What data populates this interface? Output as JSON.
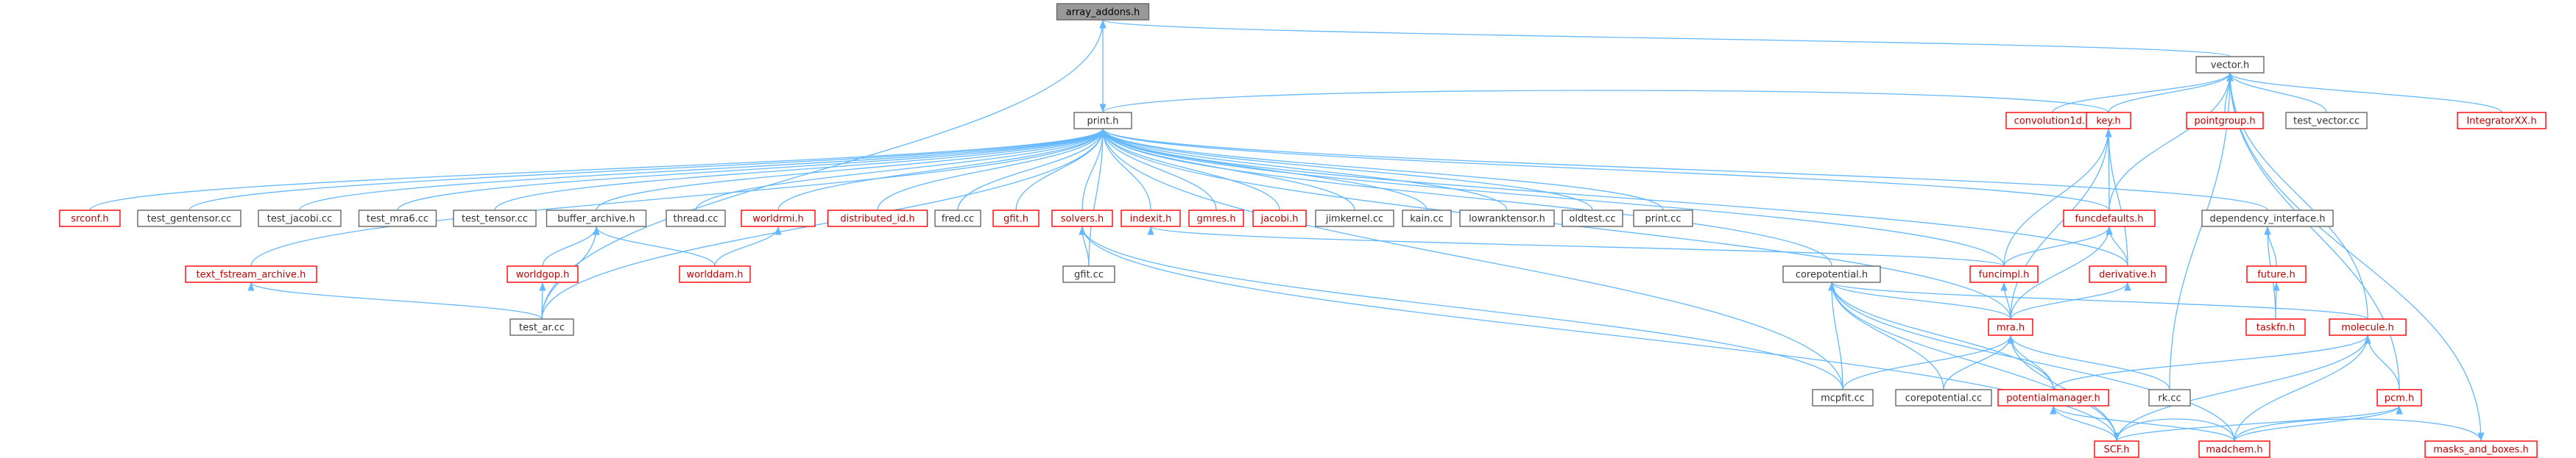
{
  "colors": {
    "edge": "#63b8ff",
    "node_border_normal": "#666666",
    "node_border_red": "#ff0000",
    "node_text_normal": "#333333",
    "node_text_red": "#c00000",
    "root_fill": "#999999",
    "root_text": "#000000"
  },
  "nodes": [
    {
      "id": "array_addons",
      "label": "array_addons.h",
      "style": "root"
    },
    {
      "id": "vector",
      "label": "vector.h",
      "style": "normal"
    },
    {
      "id": "print",
      "label": "print.h",
      "style": "normal"
    },
    {
      "id": "convolution1d",
      "label": "convolution1d.h",
      "style": "red"
    },
    {
      "id": "key",
      "label": "key.h",
      "style": "red"
    },
    {
      "id": "pointgroup",
      "label": "pointgroup.h",
      "style": "red"
    },
    {
      "id": "test_vector",
      "label": "test_vector.cc",
      "style": "normal"
    },
    {
      "id": "integratorxx",
      "label": "IntegratorXX.h",
      "style": "red"
    },
    {
      "id": "srconf",
      "label": "srconf.h",
      "style": "red"
    },
    {
      "id": "test_gentensor",
      "label": "test_gentensor.cc",
      "style": "normal"
    },
    {
      "id": "test_jacobi",
      "label": "test_jacobi.cc",
      "style": "normal"
    },
    {
      "id": "test_mra6",
      "label": "test_mra6.cc",
      "style": "normal"
    },
    {
      "id": "test_tensor",
      "label": "test_tensor.cc",
      "style": "normal"
    },
    {
      "id": "buffer_archive",
      "label": "buffer_archive.h",
      "style": "normal"
    },
    {
      "id": "thread",
      "label": "thread.cc",
      "style": "normal"
    },
    {
      "id": "worldrmi",
      "label": "worldrmi.h",
      "style": "red"
    },
    {
      "id": "distributed_id",
      "label": "distributed_id.h",
      "style": "red"
    },
    {
      "id": "fred",
      "label": "fred.cc",
      "style": "normal"
    },
    {
      "id": "gfit_h",
      "label": "gfit.h",
      "style": "red"
    },
    {
      "id": "solvers",
      "label": "solvers.h",
      "style": "red"
    },
    {
      "id": "indexit",
      "label": "indexit.h",
      "style": "red"
    },
    {
      "id": "gmres",
      "label": "gmres.h",
      "style": "red"
    },
    {
      "id": "jacobi",
      "label": "jacobi.h",
      "style": "red"
    },
    {
      "id": "jimkernel",
      "label": "jimkernel.cc",
      "style": "normal"
    },
    {
      "id": "kain",
      "label": "kain.cc",
      "style": "normal"
    },
    {
      "id": "lowranktensor",
      "label": "lowranktensor.h",
      "style": "normal"
    },
    {
      "id": "oldtest",
      "label": "oldtest.cc",
      "style": "normal"
    },
    {
      "id": "print_cc",
      "label": "print.cc",
      "style": "normal"
    },
    {
      "id": "funcdefaults",
      "label": "funcdefaults.h",
      "style": "red"
    },
    {
      "id": "dependency_interface",
      "label": "dependency_interface.h",
      "style": "normal"
    },
    {
      "id": "text_fstream_archive",
      "label": "text_fstream_archive.h",
      "style": "red"
    },
    {
      "id": "worldgop",
      "label": "worldgop.h",
      "style": "red"
    },
    {
      "id": "worlddam",
      "label": "worlddam.h",
      "style": "red"
    },
    {
      "id": "gfit_cc",
      "label": "gfit.cc",
      "style": "normal"
    },
    {
      "id": "corepotential_h",
      "label": "corepotential.h",
      "style": "normal"
    },
    {
      "id": "funcimpl",
      "label": "funcimpl.h",
      "style": "red"
    },
    {
      "id": "derivative",
      "label": "derivative.h",
      "style": "red"
    },
    {
      "id": "future",
      "label": "future.h",
      "style": "red"
    },
    {
      "id": "molecule",
      "label": "molecule.h",
      "style": "red"
    },
    {
      "id": "test_ar",
      "label": "test_ar.cc",
      "style": "normal"
    },
    {
      "id": "mra",
      "label": "mra.h",
      "style": "red"
    },
    {
      "id": "taskfn",
      "label": "taskfn.h",
      "style": "red"
    },
    {
      "id": "mcpfit",
      "label": "mcpfit.cc",
      "style": "normal"
    },
    {
      "id": "corepotential_cc",
      "label": "corepotential.cc",
      "style": "normal"
    },
    {
      "id": "potentialmanager",
      "label": "potentialmanager.h",
      "style": "red"
    },
    {
      "id": "rk",
      "label": "rk.cc",
      "style": "normal"
    },
    {
      "id": "pcm",
      "label": "pcm.h",
      "style": "red"
    },
    {
      "id": "scf",
      "label": "SCF.h",
      "style": "red"
    },
    {
      "id": "masks_and_boxes",
      "label": "masks_and_boxes.h",
      "style": "red"
    },
    {
      "id": "madchem",
      "label": "madchem.h",
      "style": "red"
    }
  ],
  "edges": [
    [
      "vector",
      "array_addons"
    ],
    [
      "print",
      "array_addons"
    ],
    [
      "test_ar",
      "array_addons"
    ],
    [
      "convolution1d",
      "vector"
    ],
    [
      "key",
      "vector"
    ],
    [
      "pointgroup",
      "vector"
    ],
    [
      "test_vector",
      "vector"
    ],
    [
      "integratorxx",
      "vector"
    ],
    [
      "funcdefaults",
      "vector"
    ],
    [
      "molecule",
      "vector"
    ],
    [
      "masks_and_boxes",
      "vector"
    ],
    [
      "rk",
      "vector"
    ],
    [
      "pcm",
      "vector"
    ],
    [
      "srconf",
      "print"
    ],
    [
      "test_gentensor",
      "print"
    ],
    [
      "test_jacobi",
      "print"
    ],
    [
      "test_mra6",
      "print"
    ],
    [
      "test_tensor",
      "print"
    ],
    [
      "buffer_archive",
      "print"
    ],
    [
      "thread",
      "print"
    ],
    [
      "worldrmi",
      "print"
    ],
    [
      "distributed_id",
      "print"
    ],
    [
      "fred",
      "print"
    ],
    [
      "gfit_h",
      "print"
    ],
    [
      "solvers",
      "print"
    ],
    [
      "indexit",
      "print"
    ],
    [
      "gmres",
      "print"
    ],
    [
      "jacobi",
      "print"
    ],
    [
      "jimkernel",
      "print"
    ],
    [
      "kain",
      "print"
    ],
    [
      "lowranktensor",
      "print"
    ],
    [
      "oldtest",
      "print"
    ],
    [
      "print_cc",
      "print"
    ],
    [
      "key",
      "print"
    ],
    [
      "funcdefaults",
      "print"
    ],
    [
      "dependency_interface",
      "print"
    ],
    [
      "text_fstream_archive",
      "print"
    ],
    [
      "gfit_cc",
      "print"
    ],
    [
      "corepotential_h",
      "print"
    ],
    [
      "funcimpl",
      "print"
    ],
    [
      "derivative",
      "print"
    ],
    [
      "test_ar",
      "print"
    ],
    [
      "mcpfit",
      "print"
    ],
    [
      "mra",
      "print"
    ],
    [
      "funcdefaults",
      "key"
    ],
    [
      "funcimpl",
      "key"
    ],
    [
      "derivative",
      "key"
    ],
    [
      "mra",
      "key"
    ],
    [
      "funcimpl",
      "funcdefaults"
    ],
    [
      "derivative",
      "funcdefaults"
    ],
    [
      "mra",
      "funcdefaults"
    ],
    [
      "future",
      "dependency_interface"
    ],
    [
      "taskfn",
      "dependency_interface"
    ],
    [
      "worldgop",
      "buffer_archive"
    ],
    [
      "worlddam",
      "buffer_archive"
    ],
    [
      "test_ar",
      "buffer_archive"
    ],
    [
      "worlddam",
      "worldrmi"
    ],
    [
      "test_ar",
      "worldgop"
    ],
    [
      "test_ar",
      "text_fstream_archive"
    ],
    [
      "gfit_cc",
      "solvers"
    ],
    [
      "mcpfit",
      "solvers"
    ],
    [
      "scf",
      "solvers"
    ],
    [
      "funcimpl",
      "indexit"
    ],
    [
      "mra",
      "funcimpl"
    ],
    [
      "mra",
      "derivative"
    ],
    [
      "taskfn",
      "future"
    ],
    [
      "mra",
      "corepotential_h"
    ],
    [
      "mcpfit",
      "corepotential_h"
    ],
    [
      "corepotential_cc",
      "corepotential_h"
    ],
    [
      "potentialmanager",
      "corepotential_h"
    ],
    [
      "molecule",
      "corepotential_h"
    ],
    [
      "scf",
      "corepotential_h"
    ],
    [
      "madchem",
      "corepotential_h"
    ],
    [
      "mcpfit",
      "mra"
    ],
    [
      "corepotential_cc",
      "mra"
    ],
    [
      "potentialmanager",
      "mra"
    ],
    [
      "rk",
      "mra"
    ],
    [
      "scf",
      "mra"
    ],
    [
      "potentialmanager",
      "molecule"
    ],
    [
      "pcm",
      "molecule"
    ],
    [
      "scf",
      "molecule"
    ],
    [
      "madchem",
      "molecule"
    ],
    [
      "scf",
      "potentialmanager"
    ],
    [
      "madchem",
      "potentialmanager"
    ],
    [
      "scf",
      "pcm"
    ],
    [
      "madchem",
      "pcm"
    ],
    [
      "madchem",
      "scf"
    ],
    [
      "madchem",
      "masks_and_boxes"
    ]
  ]
}
